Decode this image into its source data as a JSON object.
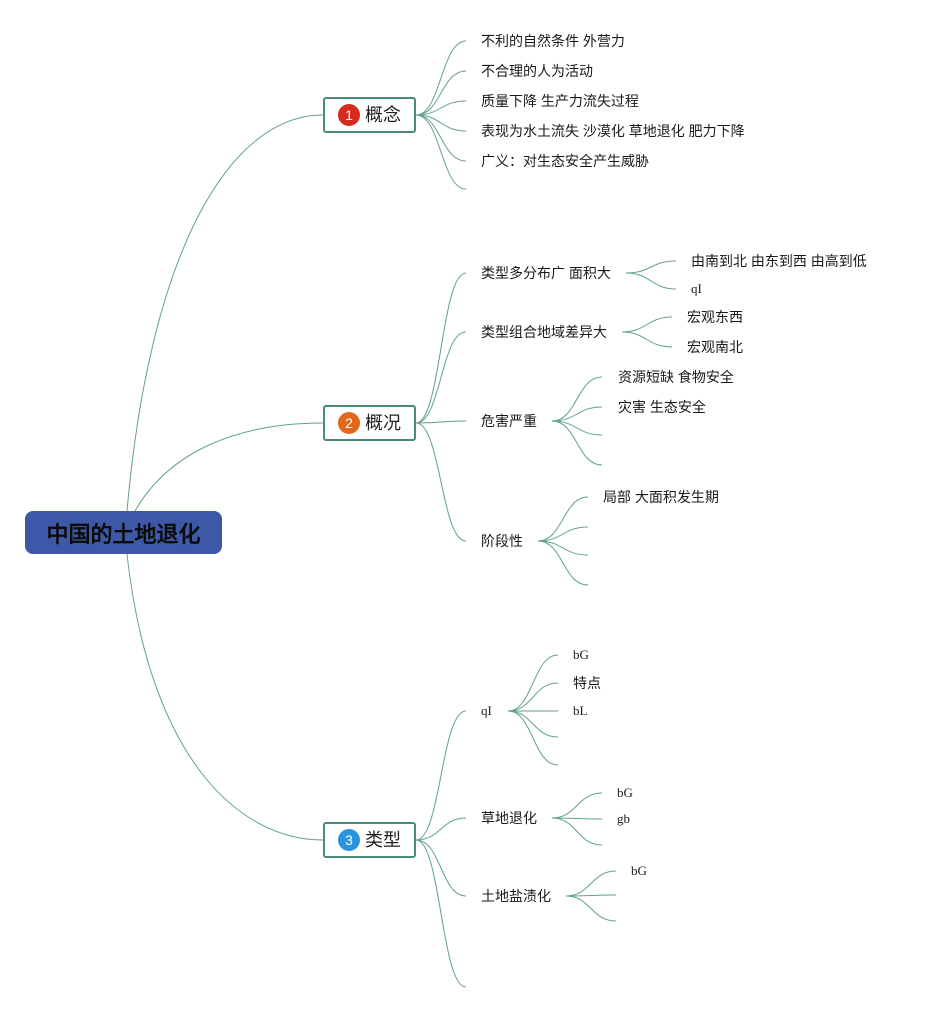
{
  "central_topic": {
    "label": "中国的土地退化"
  },
  "colors": {
    "central_fill": "#3d58a7",
    "central_text": "#0b0b0b",
    "topic_border": "#4b8a73",
    "connector": "#62a287",
    "badge_1": "#d62b1f",
    "badge_2": "#e2691c",
    "badge_3": "#2b93dc"
  },
  "branches": [
    {
      "number": "1",
      "label": "概念",
      "children": [
        {
          "label": "不利的自然条件 外营力"
        },
        {
          "label": "不合理的人为活动"
        },
        {
          "label": "质量下降 生产力流失过程"
        },
        {
          "label": "表现为水土流失 沙漠化 草地退化 肥力下降"
        },
        {
          "label": "广义：对生态安全产生威胁"
        }
      ]
    },
    {
      "number": "2",
      "label": "概况",
      "children": [
        {
          "label": "类型多分布广 面积大",
          "children": [
            {
              "label": "由南到北 由东到西 由高到低"
            },
            {
              "label": "qI"
            }
          ]
        },
        {
          "label": "类型组合地域差异大",
          "children": [
            {
              "label": "宏观东西"
            },
            {
              "label": "宏观南北"
            }
          ]
        },
        {
          "label": "危害严重",
          "children": [
            {
              "label": "资源短缺 食物安全"
            },
            {
              "label": "灾害 生态安全"
            }
          ]
        },
        {
          "label": "阶段性",
          "children": [
            {
              "label": "局部 大面积发生期"
            }
          ]
        }
      ]
    },
    {
      "number": "3",
      "label": "类型",
      "children": [
        {
          "label": "qI",
          "children": [
            {
              "label": "bG"
            },
            {
              "label": "特点"
            },
            {
              "label": "bL"
            }
          ]
        },
        {
          "label": "草地退化",
          "children": [
            {
              "label": "bG"
            },
            {
              "label": "gb"
            }
          ]
        },
        {
          "label": "土地盐渍化",
          "children": [
            {
              "label": "bG"
            }
          ]
        }
      ]
    }
  ]
}
